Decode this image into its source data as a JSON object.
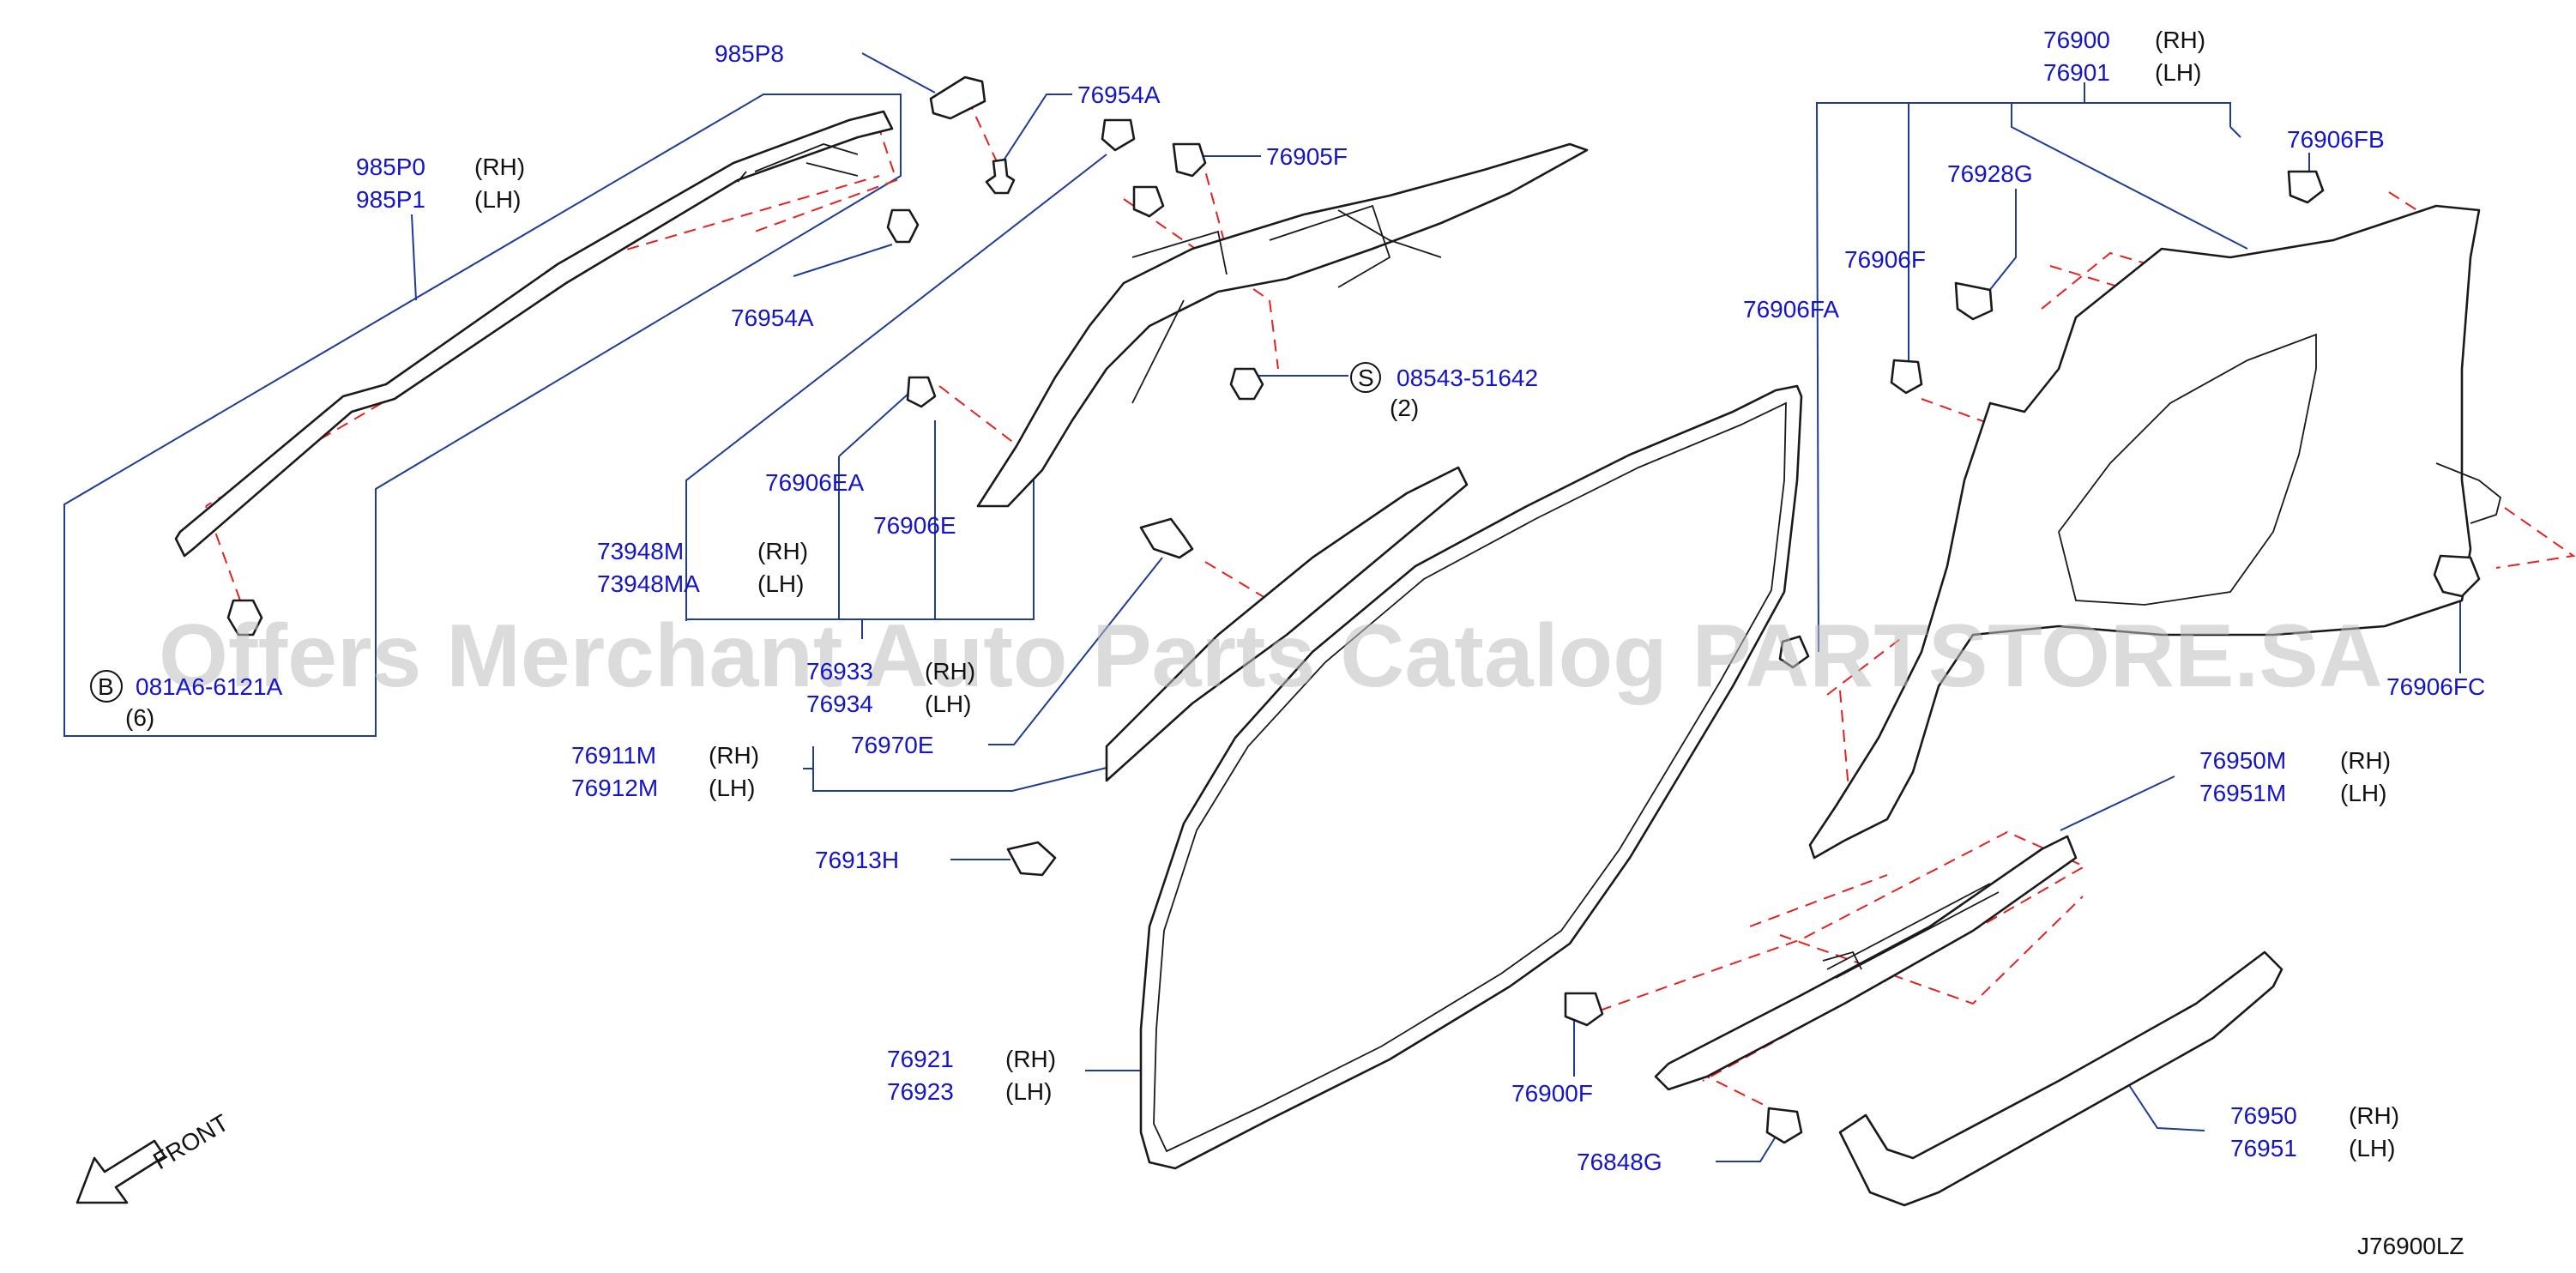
{
  "colors": {
    "part_number": "#1414c8",
    "side_label": "#111111",
    "leader": "#1e3c96",
    "dashed_guide": "#e62020",
    "line_art": "#1a1a1a",
    "watermark": "#bdbdbd"
  },
  "callouts": [
    {
      "key": "985p8",
      "number": "985P8"
    },
    {
      "key": "76954a-top",
      "number": "76954A"
    },
    {
      "key": "985p0",
      "number": "985P0",
      "side": "(RH)"
    },
    {
      "key": "985p1",
      "number": "985P1",
      "side": "(LH)"
    },
    {
      "key": "76905f",
      "number": "76905F"
    },
    {
      "key": "76954a-bottom",
      "number": "76954A"
    },
    {
      "key": "08543-51642",
      "number": "08543-51642",
      "symbol": "S",
      "qty": "(2)"
    },
    {
      "key": "76906ea",
      "number": "76906EA"
    },
    {
      "key": "76906e",
      "number": "76906E"
    },
    {
      "key": "73948m",
      "number": "73948M",
      "side": "(RH)"
    },
    {
      "key": "73948ma",
      "number": "73948MA",
      "side": "(LH)"
    },
    {
      "key": "76933",
      "number": "76933",
      "side": "(RH)"
    },
    {
      "key": "76934",
      "number": "76934",
      "side": "(LH)"
    },
    {
      "key": "081a6-6121a",
      "number": "081A6-6121A",
      "symbol": "B",
      "qty": "(6)"
    },
    {
      "key": "76911m",
      "number": "76911M",
      "side": "(RH)"
    },
    {
      "key": "76912m",
      "number": "76912M",
      "side": "(LH)"
    },
    {
      "key": "76970e",
      "number": "76970E"
    },
    {
      "key": "76913h",
      "number": "76913H"
    },
    {
      "key": "76921",
      "number": "76921",
      "side": "(RH)"
    },
    {
      "key": "76923",
      "number": "76923",
      "side": "(LH)"
    },
    {
      "key": "76900",
      "number": "76900",
      "side": "(RH)"
    },
    {
      "key": "76901",
      "number": "76901",
      "side": "(LH)"
    },
    {
      "key": "76906fb",
      "number": "76906FB"
    },
    {
      "key": "76928g",
      "number": "76928G"
    },
    {
      "key": "76906f",
      "number": "76906F"
    },
    {
      "key": "76906fa",
      "number": "76906FA"
    },
    {
      "key": "76906fc",
      "number": "76906FC"
    },
    {
      "key": "76950m",
      "number": "76950M",
      "side": "(RH)"
    },
    {
      "key": "76951m",
      "number": "76951M",
      "side": "(LH)"
    },
    {
      "key": "76900f",
      "number": "76900F"
    },
    {
      "key": "76848g",
      "number": "76848G"
    },
    {
      "key": "76950",
      "number": "76950",
      "side": "(RH)"
    },
    {
      "key": "76951",
      "number": "76951",
      "side": "(LH)"
    }
  ],
  "front_label": "FRONT",
  "diagram_code": "J76900LZ",
  "watermark": "Offers Merchant Auto Parts Catalog PARTSTORE.SA"
}
